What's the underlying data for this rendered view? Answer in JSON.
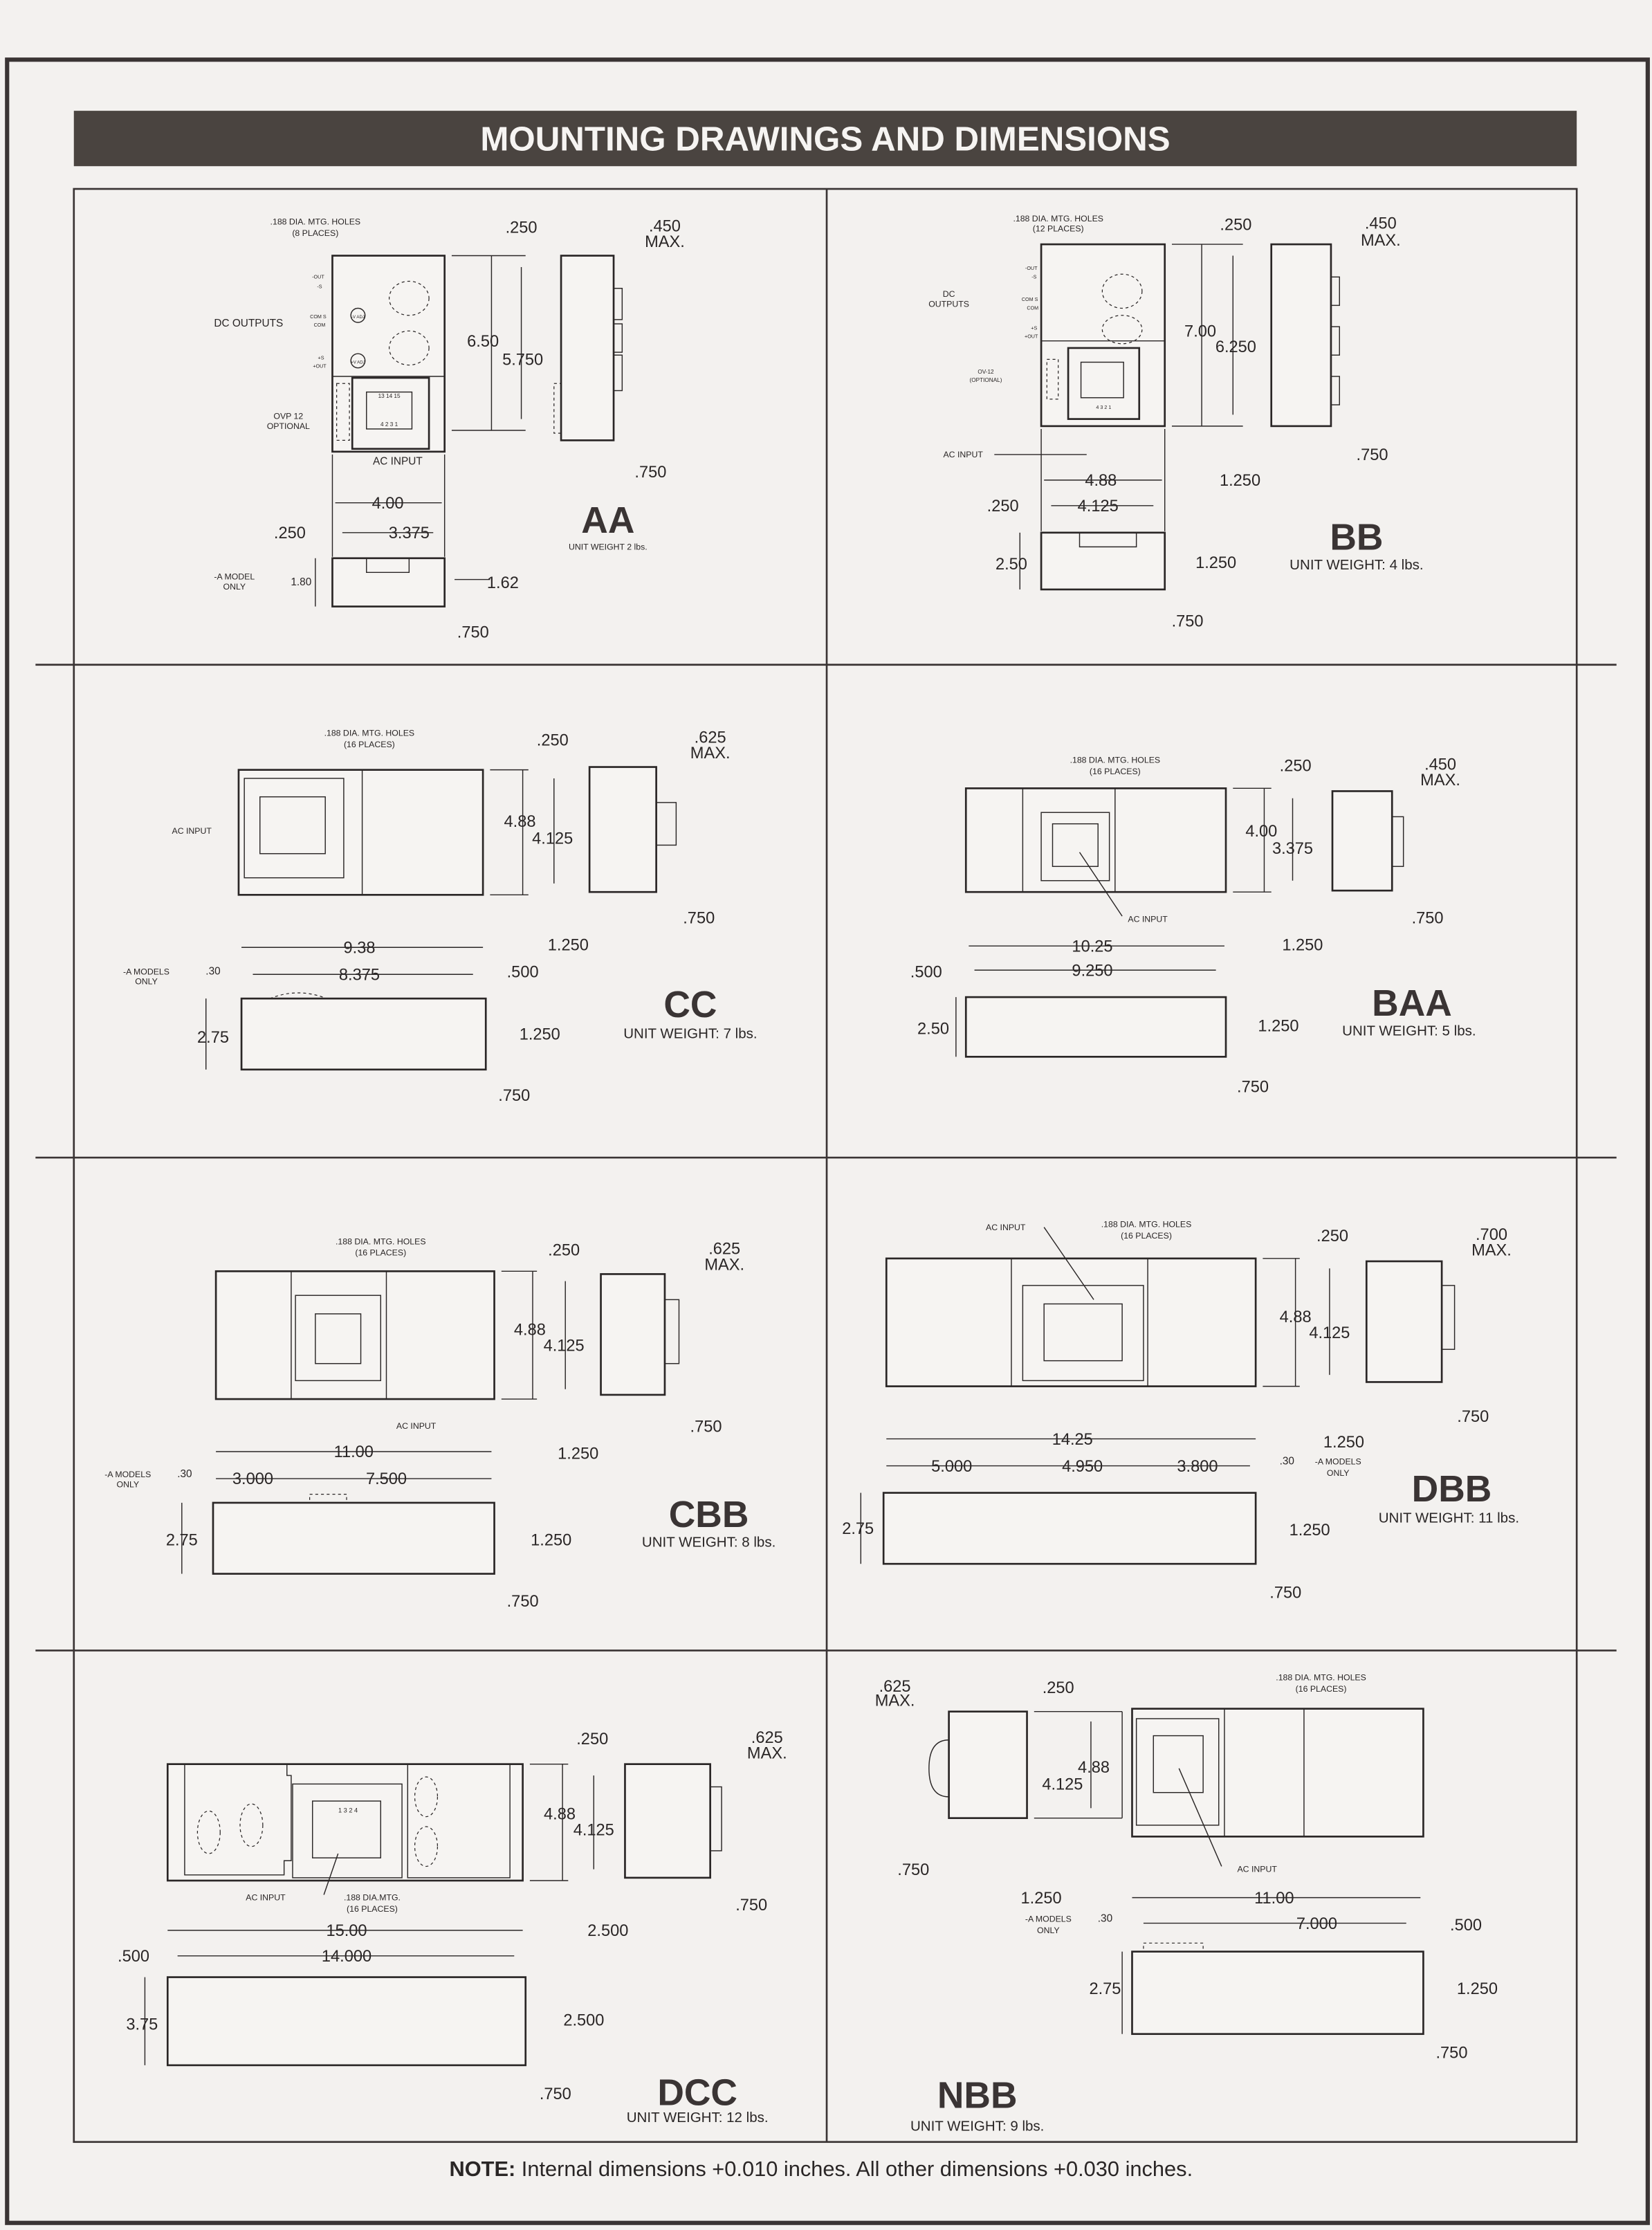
{
  "title": "MOUNTING DRAWINGS AND DIMENSIONS",
  "note": {
    "label": "NOTE:",
    "text": " Internal dimensions +0.010 inches. All other dimensions +0.030 inches."
  },
  "panels": [
    {
      "name": "AA",
      "weight": "UNIT WEIGHT 2 lbs.",
      "labels": [
        ".188 DIA. MTG. HOLES",
        "(8 PLACES)",
        ".250",
        ".450",
        "MAX.",
        "DC OUTPUTS",
        "6.50",
        "5.750",
        "OVP 12",
        "OPTIONAL",
        "AC INPUT",
        ".750",
        "4.00",
        ".250",
        "3.375",
        "-A MODEL",
        "ONLY",
        "1.80",
        "1.62",
        ".750"
      ],
      "micro": [
        "-OUT",
        "-S",
        "COM S",
        "COM",
        "+S",
        "+OUT",
        "-V ADJ",
        "+V ADJ",
        "13 14 15",
        "4 2 3 1"
      ]
    },
    {
      "name": "BB",
      "weight": "UNIT WEIGHT: 4 lbs.",
      "labels": [
        ".188 DIA. MTG. HOLES",
        "(12 PLACES)",
        ".250",
        ".450",
        "MAX.",
        "DC",
        "OUTPUTS",
        "OV-12",
        "(OPTIONAL)",
        "AC INPUT",
        "7.00",
        "6.250",
        ".750",
        "1.250",
        "4.88",
        ".250",
        "4.125",
        "2.50",
        "1.250",
        ".750"
      ],
      "micro": [
        "-OUT",
        "-S",
        "COM S",
        "COM",
        "+S",
        "+OUT",
        "4 3 2 1"
      ]
    },
    {
      "name": "CC",
      "weight": "UNIT WEIGHT: 7 lbs.",
      "labels": [
        ".188 DIA. MTG. HOLES",
        "(16 PLACES)",
        ".250",
        ".625",
        "MAX.",
        "AC INPUT",
        "4.88",
        "4.125",
        ".750",
        "1.250",
        "9.38",
        "8.375",
        ".500",
        "-A MODELS",
        "ONLY",
        ".30",
        "2.75",
        "1.250",
        ".750"
      ]
    },
    {
      "name": "BAA",
      "weight": "UNIT WEIGHT: 5 lbs.",
      "labels": [
        ".188 DIA. MTG. HOLES",
        "(16 PLACES)",
        ".250",
        ".450",
        "MAX.",
        "4.00",
        "3.375",
        "AC INPUT",
        ".750",
        "1.250",
        "10.25",
        "9.250",
        ".500",
        "2.50",
        "1.250",
        ".750"
      ]
    },
    {
      "name": "CBB",
      "weight": "UNIT WEIGHT: 8 lbs.",
      "labels": [
        ".188 DIA. MTG. HOLES",
        "(16 PLACES)",
        ".250",
        ".625",
        "MAX.",
        "4.88",
        "4.125",
        "AC INPUT",
        ".750",
        "1.250",
        "11.00",
        "3.000",
        "7.500",
        "-A MODELS",
        "ONLY",
        ".30",
        "2.75",
        "1.250",
        ".750"
      ]
    },
    {
      "name": "DBB",
      "weight": "UNIT WEIGHT: 11 lbs.",
      "labels": [
        "AC INPUT",
        ".188 DIA. MTG. HOLES",
        "(16 PLACES)",
        ".250",
        ".700",
        "MAX.",
        "4.88",
        "4.125",
        ".750",
        "1.250",
        "14.25",
        "5.000",
        "4.950",
        "3.800",
        ".30",
        "-A MODELS",
        "ONLY",
        "2.75",
        "1.250",
        ".750"
      ]
    },
    {
      "name": "DCC",
      "weight": "UNIT WEIGHT: 12 lbs.",
      "labels": [
        ".250",
        ".625",
        "MAX.",
        "4.88",
        "4.125",
        "AC INPUT",
        ".188 DIA.MTG.",
        "(16 PLACES)",
        ".750",
        "2.500",
        "15.00",
        ".500",
        "14.000",
        "3.75",
        "2.500",
        ".750"
      ],
      "micro": [
        "1 3 2 4"
      ]
    },
    {
      "name": "NBB",
      "weight": "UNIT WEIGHT: 9 lbs.",
      "labels": [
        ".625",
        "MAX.",
        ".250",
        ".188 DIA. MTG. HOLES",
        "(16 PLACES)",
        "4.88",
        "4.125",
        ".750",
        "1.250",
        "AC INPUT",
        "11.00",
        "-A MODELS",
        "ONLY",
        ".30",
        "7.000",
        ".500",
        "2.75",
        "1.250",
        ".750"
      ]
    }
  ]
}
